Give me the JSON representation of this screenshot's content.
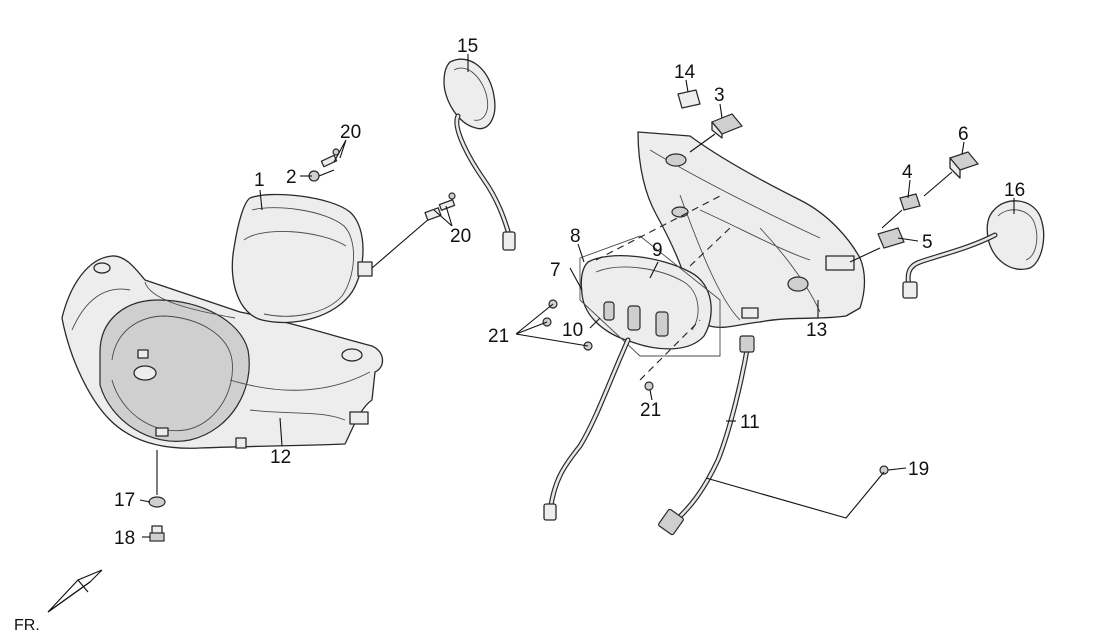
{
  "callouts": {
    "c1": "1",
    "c2": "2",
    "c3": "3",
    "c4": "4",
    "c5": "5",
    "c6": "6",
    "c7": "7",
    "c8": "8",
    "c9": "9",
    "c10": "10",
    "c11": "11",
    "c12": "12",
    "c13": "13",
    "c14": "14",
    "c15": "15",
    "c16": "16",
    "c17": "17",
    "c18": "18",
    "c19": "19",
    "c20a": "20",
    "c20b": "20",
    "c21a": "21",
    "c21b": "21"
  },
  "direction_label": "FR."
}
